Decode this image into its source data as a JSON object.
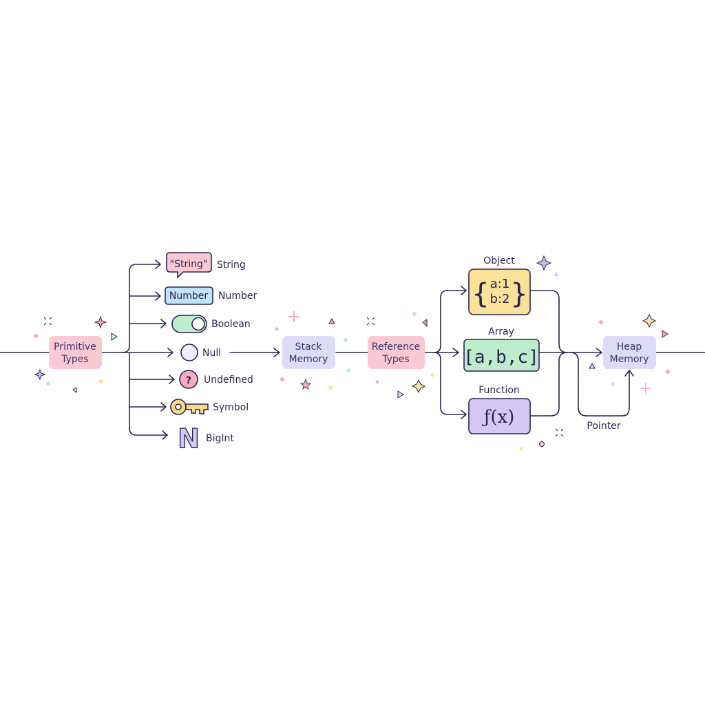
{
  "nodes": {
    "primitive": [
      "Primitive",
      "Types"
    ],
    "stack": [
      "Stack",
      "Memory"
    ],
    "reference": [
      "Reference",
      "Types"
    ],
    "heap": [
      "Heap",
      "Memory"
    ]
  },
  "primitives": [
    {
      "icon": "string-speech-bubble-icon",
      "icon_text": "\"String\"",
      "label": "String"
    },
    {
      "icon": "number-tag-icon",
      "icon_text": "Number",
      "label": "Number"
    },
    {
      "icon": "toggle-switch-icon",
      "icon_text": "",
      "label": "Boolean"
    },
    {
      "icon": "empty-circle-icon",
      "icon_text": "",
      "label": "Null"
    },
    {
      "icon": "question-mark-icon",
      "icon_text": "?",
      "label": "Undefined"
    },
    {
      "icon": "key-icon",
      "icon_text": "",
      "label": "Symbol"
    },
    {
      "icon": "letter-n-icon",
      "icon_text": "N",
      "label": "BigInt"
    }
  ],
  "references": [
    {
      "label": "Object",
      "lines": [
        "a:1",
        "b:2"
      ],
      "brace": "{",
      "brace_close": "}"
    },
    {
      "label": "Array",
      "lines": [
        "[a,b,c]"
      ]
    },
    {
      "label": "Function",
      "lines": [
        "ƒ(x)"
      ]
    }
  ],
  "pointer_label": "Pointer",
  "colors": {
    "line": "#2a2550",
    "pink": "#f9c9d4",
    "lavender": "#dcdcf6",
    "yellow": "#fbe29a",
    "green": "#bfeccb",
    "purple": "#d6c8f5",
    "blue": "#bfe3f7"
  }
}
